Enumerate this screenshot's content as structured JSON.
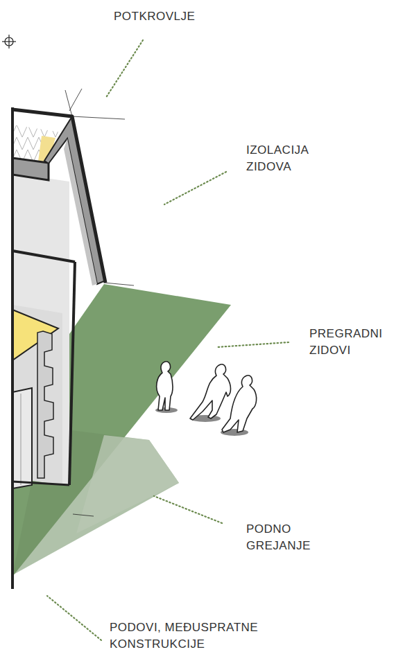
{
  "diagram": {
    "labels": [
      "POTKROVLJE",
      "IZOLACIJA ZIDOVA",
      "PREGRADNI ZIDOVI",
      "PODNO GREJANJE",
      "PODOVI, MEĐUSPRATNE KONSTRUKCIJE"
    ]
  }
}
